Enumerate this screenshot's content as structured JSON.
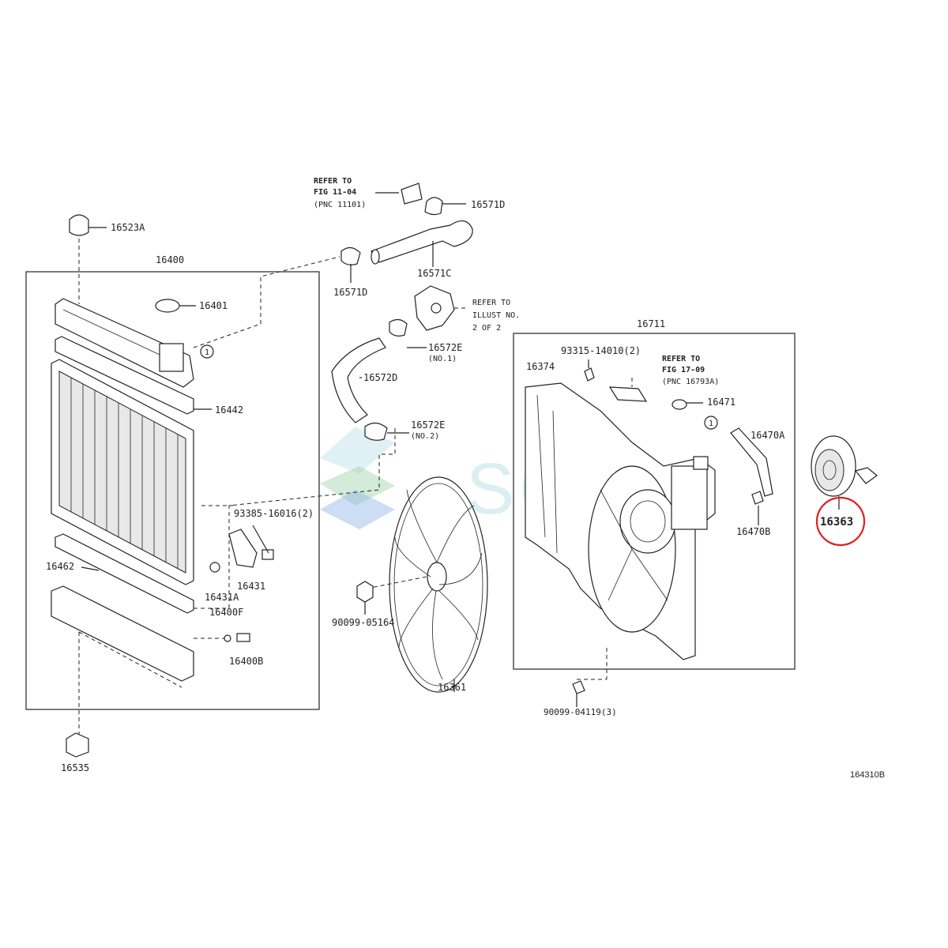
{
  "figure_code": "164310B",
  "watermark": "SOL",
  "highlighted_part": "16363",
  "labels": {
    "p16523A": "16523A",
    "p16400": "16400",
    "p16401": "16401",
    "p16442": "16442",
    "p16462": "16462",
    "p93385": "93385-16016(2)",
    "p16431": "16431",
    "p16431A": "16431A",
    "p16400F": "16400F",
    "p16400B": "16400B",
    "p16535": "16535",
    "p16571D_a": "16571D",
    "p16571D_b": "16571D",
    "p16571C": "16571C",
    "p16572E_a": "16572E",
    "p16572E_a_sub": "(NO.1)",
    "p16572D": "16572D",
    "p16572E_b": "16572E",
    "p16572E_b_sub": "(NO.2)",
    "p90099_05164": "90099-05164",
    "p16361": "16361",
    "p16711": "16711",
    "p93315": "93315-14010(2)",
    "p16374": "16374",
    "p16471": "16471",
    "p16470A": "16470A",
    "p16470B": "16470B",
    "p16363": "16363",
    "p90099_04119": "90099-04119(3)"
  },
  "notes": {
    "refer_fig_11": {
      "line1": "REFER TO",
      "line2": "FIG 11-04",
      "line3": "(PNC 11101)"
    },
    "refer_illust": {
      "line1": "REFER TO",
      "line2": "ILLUST NO.",
      "line3": "2 OF 2"
    },
    "refer_fig_17": {
      "line1": "REFER TO",
      "line2": "FIG 17-09",
      "line3": "(PNC 16793A)"
    }
  },
  "callout_marker": "1"
}
